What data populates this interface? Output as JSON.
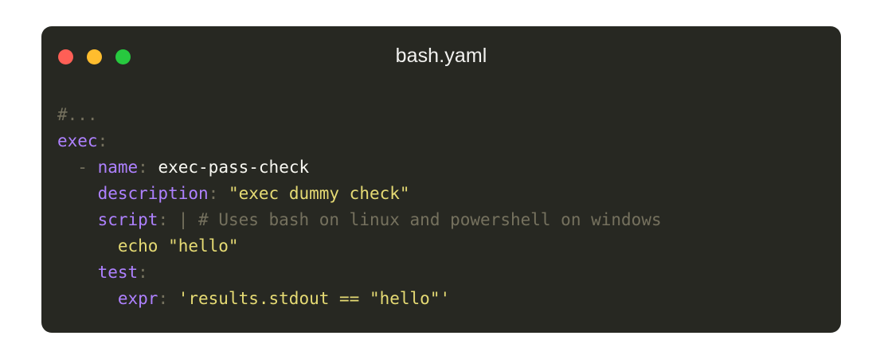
{
  "window": {
    "title": "bash.yaml",
    "background_color": "#272822",
    "traffic_lights": [
      {
        "name": "close",
        "color": "#ff5f56"
      },
      {
        "name": "minimize",
        "color": "#ffbd2e"
      },
      {
        "name": "maximize",
        "color": "#27c93f"
      }
    ]
  },
  "theme": {
    "comment": "#75715e",
    "key": "#ae81ff",
    "string": "#e6db74",
    "plain": "#f8f8f2",
    "punctuation": "#75715e"
  },
  "code": {
    "language": "yaml",
    "filename": "bash.yaml",
    "raw": "#...\nexec:\n  - name: exec-pass-check\n    description: \"exec dummy check\"\n    script: | # Uses bash on linux and powershell on windows\n      echo \"hello\"\n    test:\n      expr: 'results.stdout == \"hello\"'",
    "lines": [
      {
        "indent": "",
        "tokens": [
          {
            "type": "comment",
            "text": "#..."
          }
        ]
      },
      {
        "indent": "",
        "tokens": [
          {
            "type": "key",
            "text": "exec"
          },
          {
            "type": "punct",
            "text": ":"
          }
        ]
      },
      {
        "indent": "  ",
        "tokens": [
          {
            "type": "dash",
            "text": "- "
          },
          {
            "type": "key",
            "text": "name"
          },
          {
            "type": "punct",
            "text": ":"
          },
          {
            "type": "plain",
            "text": " exec-pass-check"
          }
        ]
      },
      {
        "indent": "    ",
        "tokens": [
          {
            "type": "key",
            "text": "description"
          },
          {
            "type": "punct",
            "text": ":"
          },
          {
            "type": "string",
            "text": " \"exec dummy check\""
          }
        ]
      },
      {
        "indent": "    ",
        "tokens": [
          {
            "type": "key",
            "text": "script"
          },
          {
            "type": "punct",
            "text": ":"
          },
          {
            "type": "pipe",
            "text": " |"
          },
          {
            "type": "comment",
            "text": " # Uses bash on linux and powershell on windows"
          }
        ]
      },
      {
        "indent": "      ",
        "tokens": [
          {
            "type": "string",
            "text": "echo \"hello\""
          }
        ]
      },
      {
        "indent": "    ",
        "tokens": [
          {
            "type": "key",
            "text": "test"
          },
          {
            "type": "punct",
            "text": ":"
          }
        ]
      },
      {
        "indent": "      ",
        "tokens": [
          {
            "type": "key",
            "text": "expr"
          },
          {
            "type": "punct",
            "text": ":"
          },
          {
            "type": "string",
            "text": " 'results.stdout == \"hello\"'"
          }
        ]
      }
    ]
  }
}
